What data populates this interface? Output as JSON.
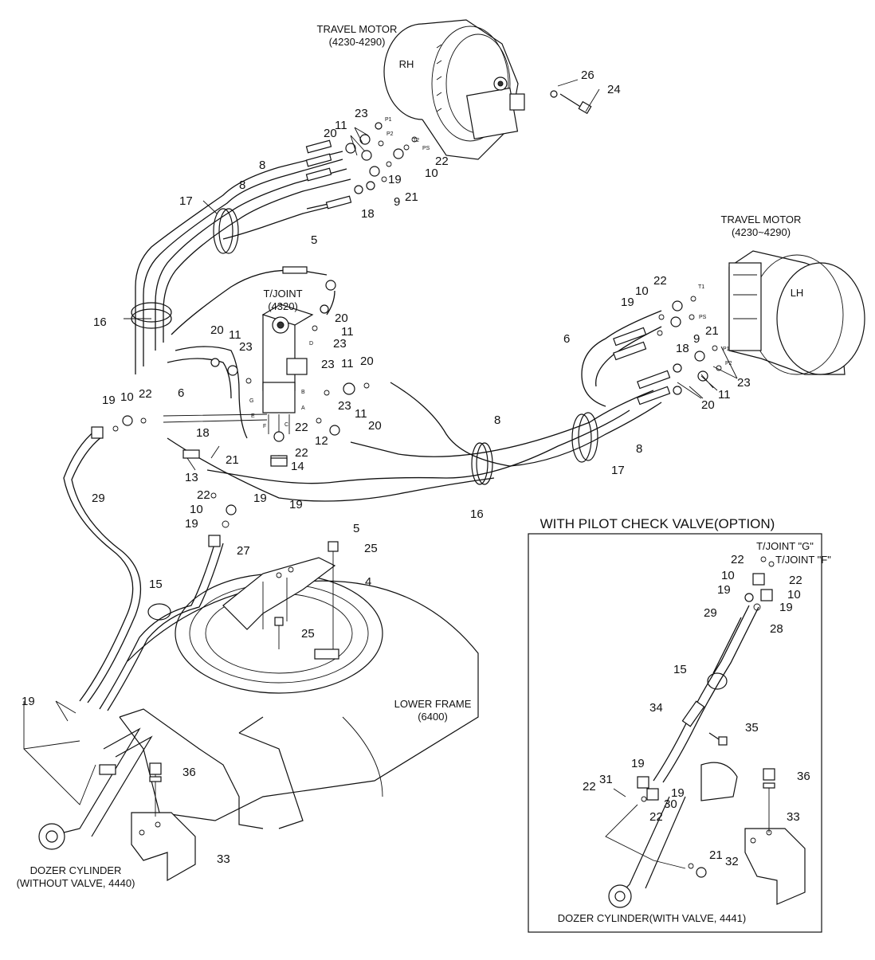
{
  "callouts": {
    "c24": "24",
    "c26": "26",
    "c23a": "23",
    "c11a": "11",
    "c20a": "20",
    "c22a": "22",
    "c10a": "10",
    "c19a": "19",
    "c21a": "21",
    "c9a": "9",
    "c18a": "18",
    "c8a": "8",
    "c8b": "8",
    "c17a": "17",
    "c5a": "5",
    "c16a": "16",
    "c20b": "20",
    "c11b": "11",
    "c23b": "23",
    "c6a": "6",
    "c20c": "20",
    "c11c": "11",
    "c23c": "23",
    "c19b": "19",
    "c10b": "10",
    "c22b": "22",
    "c23d": "23",
    "c11d": "11",
    "c20d": "20",
    "c23e": "23",
    "c11e": "11",
    "c20e": "20",
    "c22c": "22",
    "c12": "12",
    "c22d": "22",
    "c14": "14",
    "c18b": "18",
    "c21b": "21",
    "c13": "13",
    "c19c": "19",
    "c19d": "19",
    "c22e": "22",
    "c10c": "10",
    "c19e": "19",
    "c5b": "5",
    "c16b": "16",
    "c8c": "8",
    "c8d": "8",
    "c17b": "17",
    "c6b": "6",
    "c10d": "10",
    "c22f": "22",
    "c19f": "19",
    "c9b": "9",
    "c21c": "21",
    "c18c": "18",
    "c11f": "11",
    "c23f": "23",
    "c20f": "20",
    "c29a": "29",
    "c27": "27",
    "c25a": "25",
    "c4": "4",
    "c25b": "25",
    "c15a": "15",
    "c19g": "19",
    "c36a": "36",
    "c33a": "33",
    "ctj_g": "T/JOINT \"G\"",
    "ctj_f": "T/JOINT \"F\"",
    "c22g": "22",
    "c22h": "22",
    "c10e": "10",
    "c10f": "10",
    "c19h": "19",
    "c19i": "19",
    "c29b": "29",
    "c28": "28",
    "c15b": "15",
    "c34": "34",
    "c35": "35",
    "c19j": "19",
    "c31": "31",
    "c22i": "22",
    "c30": "30",
    "c19k": "19",
    "c22j": "22",
    "c21d": "21",
    "c32": "32",
    "c36b": "36",
    "c33b": "33"
  },
  "labels": {
    "travel_motor_rh": "TRAVEL MOTOR",
    "travel_motor_rh_code": "(4230-4290)",
    "rh": "RH",
    "travel_motor_lh": "TRAVEL MOTOR",
    "travel_motor_lh_code": "(4230~4290)",
    "lh": "LH",
    "tjoint": "T/JOINT",
    "tjoint_code": "(4320)",
    "lower_frame": "LOWER FRAME",
    "lower_frame_code": "(6400)",
    "dozer_without_valve_1": "DOZER CYLINDER",
    "dozer_without_valve_2": "(WITHOUT VALVE, 4440)",
    "pilot_check_title": "WITH PILOT CHECK VALVE(OPTION)",
    "dozer_with_valve": "DOZER CYLINDER(WITH VALVE, 4441)"
  },
  "ports": {
    "p1_rh": "P1",
    "p2_rh": "P2",
    "t2_rh": "T2",
    "ps_rh": "PS",
    "t1_lh": "T1",
    "ps_lh": "PS",
    "p1_lh": "P1",
    "p2_lh": "P2",
    "d": "D",
    "b": "B",
    "g": "G",
    "e": "E",
    "a": "A",
    "f": "F",
    "c": "C"
  }
}
